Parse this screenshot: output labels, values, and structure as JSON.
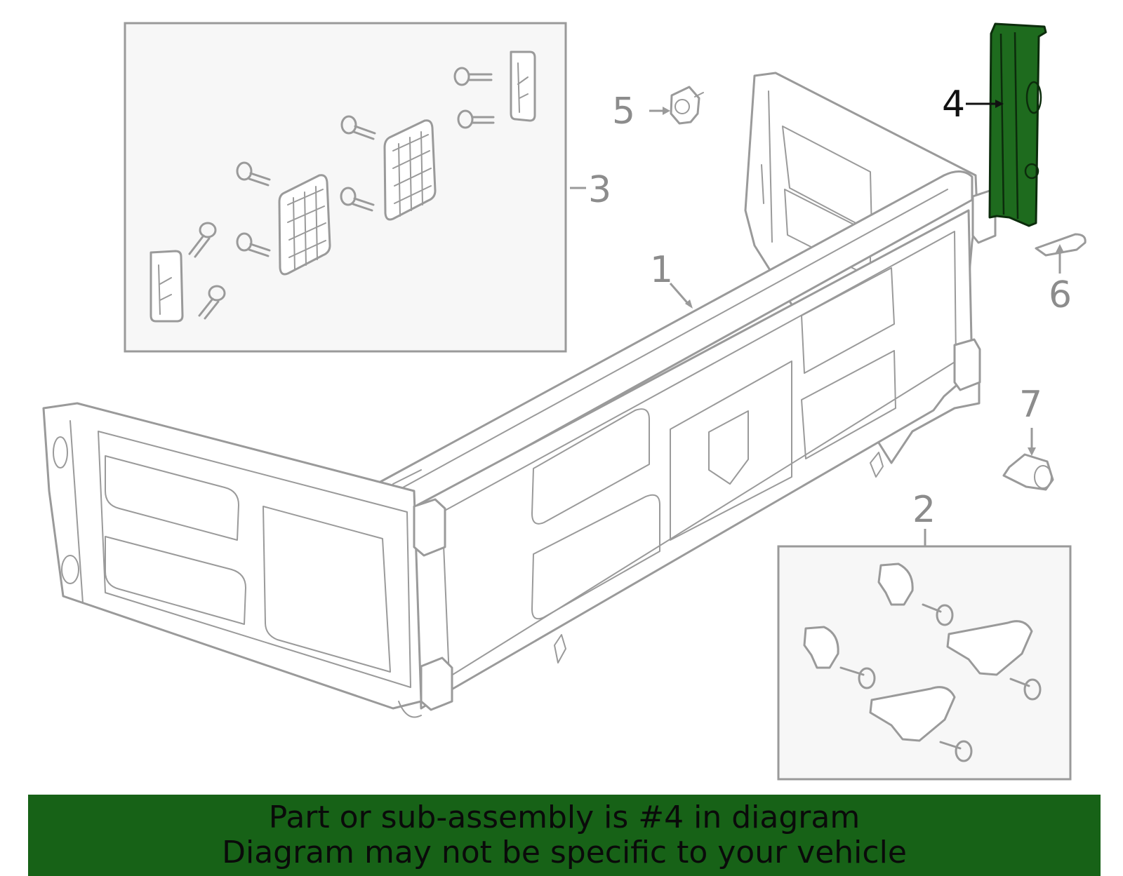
{
  "callouts": {
    "part_1": "1",
    "part_2": "2",
    "part_3": "3",
    "part_4": "4",
    "part_5": "5",
    "part_6": "6",
    "part_7": "7"
  },
  "highlight": {
    "part": "4",
    "color": "#1e6b1e"
  },
  "banner": {
    "line1": "Part or sub-assembly is #4 in diagram",
    "line2": "Diagram may not be specific to your vehicle",
    "background": "#176217"
  }
}
